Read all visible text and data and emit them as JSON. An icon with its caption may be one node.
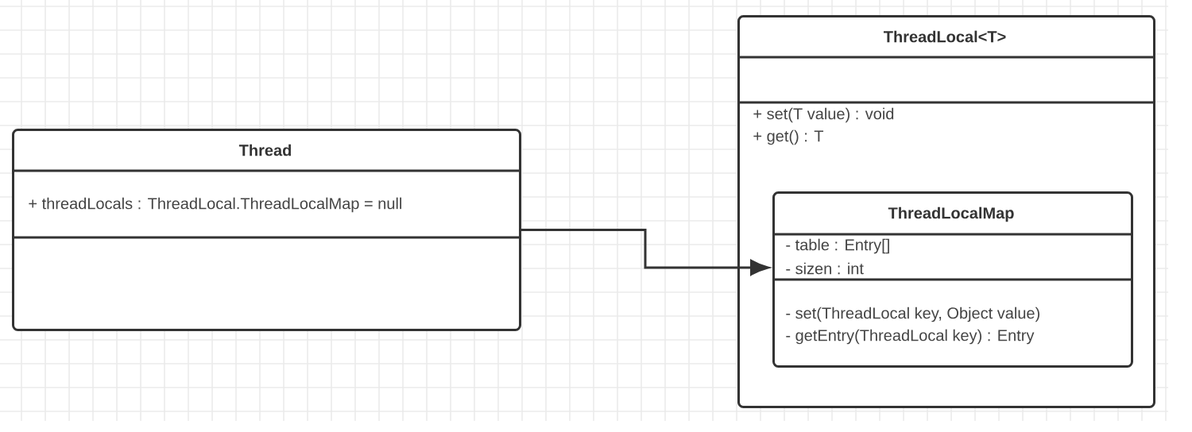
{
  "diagram": {
    "nodes": [
      {
        "text": [
          "Thread",
          "+ threadLocals : ThreadLocal.ThreadLocalMap = null"
        ]
      },
      {
        "text": [
          "ThreadLocal<T>",
          "+ set(T value) : void",
          "+ get() : T"
        ]
      },
      {
        "text": [
          "ThreadLocalMap",
          "- table : Entry[]",
          "- sizen : int",
          "- set(ThreadLocal key, Object value)",
          "- getEntry(ThreadLocal key) : Entry"
        ],
        "in": 1
      }
    ],
    "edges": [
      {
        "from": 0,
        "to": 2,
        "arrow": "to"
      }
    ]
  }
}
